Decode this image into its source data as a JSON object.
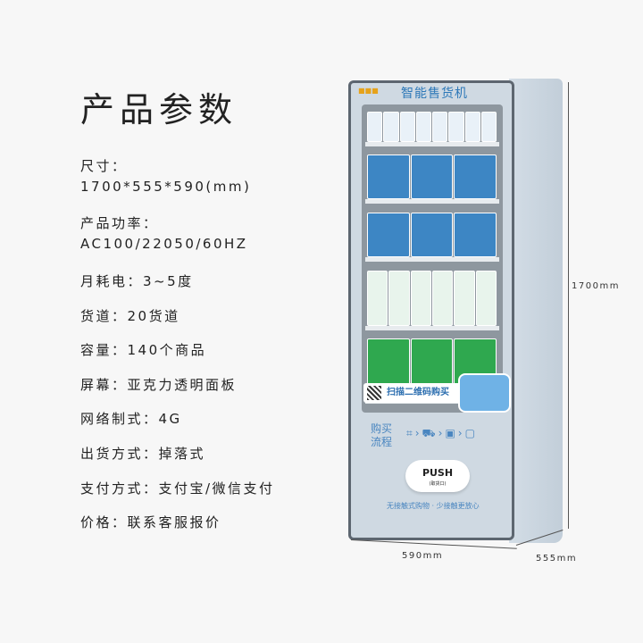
{
  "title": "产品参数",
  "specs": [
    "尺寸：",
    "1700*555*590(mm)",
    "产品功率：",
    "AC100/22050/60HZ",
    "月耗电：3~5度",
    "货道：20货道",
    "容量：140个商品",
    "屏幕：亚克力透明面板",
    "网络制式：4G",
    "出货方式：掉落式",
    "支付方式：支付宝/微信支付",
    "价格：联系客服报价"
  ],
  "machine": {
    "title": "智能售货机",
    "qr_banner": "扫描二维码购买",
    "flow_label": "购买流程",
    "push_label": "PUSH",
    "slogan": "无接触式购物 · 少接触更放心",
    "colors": {
      "body": "#cfd9e2",
      "accent": "#2d78b8",
      "product_green": "#2fa84f"
    }
  },
  "dimensions": {
    "height": "1700mm",
    "width": "590mm",
    "depth": "555mm"
  }
}
